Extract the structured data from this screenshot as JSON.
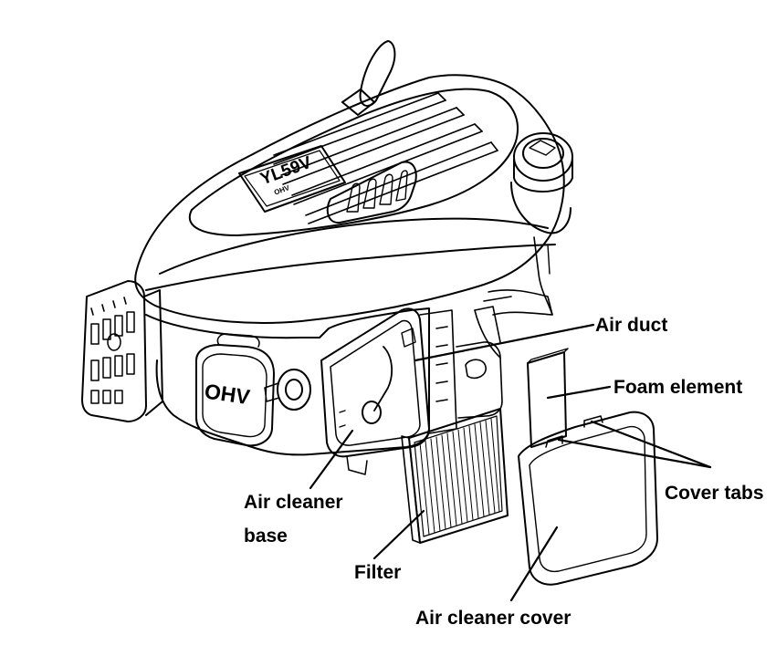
{
  "labels": {
    "air_duct": "Air duct",
    "foam_element": "Foam element",
    "cover_tabs": "Cover tabs",
    "air_cleaner_base_line1": "Air cleaner",
    "air_cleaner_base_line2": "base",
    "filter": "Filter",
    "air_cleaner_cover": "Air cleaner cover"
  },
  "engine_markings": {
    "badge": "YL59V",
    "badge_sub": "OHV",
    "side": "OHV"
  },
  "colors": {
    "line": "#000000",
    "background": "#ffffff"
  }
}
